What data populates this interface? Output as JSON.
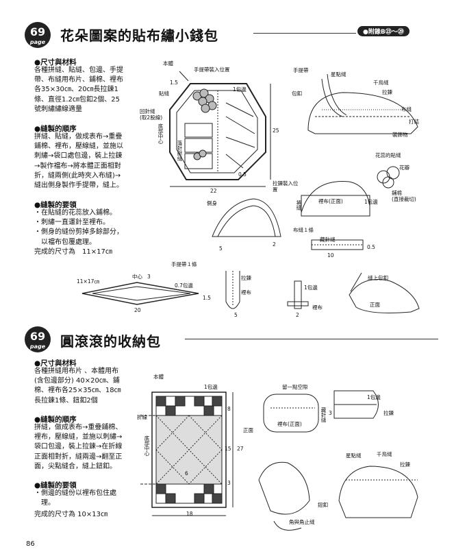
{
  "section1": {
    "badge_num": "69",
    "badge_page": "page",
    "title": "花朵圖案的貼布繡小錢包",
    "appendix": "●附錄B㉓〜㉙",
    "materials_head": "●尺寸與材料",
    "materials_lines": [
      "各種拼縫、貼縫、包邊、手提",
      "帶、布縫用布片、鋪棉、裡布",
      "各35×30㎝、20㎝長拉鍊1",
      "條、直徑1.2㎝包釦2個、25",
      "號刺繡繡線適量"
    ],
    "steps_head": "●縫製的順序",
    "steps_lines": [
      "拼縫、貼縫，做成表布→重疊",
      "鋪棉、裡布，壓線縫，並施以",
      "刺繡→袋口處包邊，裝上拉鍊",
      "→製作襠布→將本體正面相對",
      "折，縫兩側(此時夾入布縫)→",
      "縫出側身製作手提帶，縫上。"
    ],
    "tips_head": "●縫製的要領",
    "tips_lines": [
      "・在貼縫的花蕊放入鋪棉。",
      "・刺繡一直運針至裡布。",
      "・側身的縫份剪掉多餘部分，",
      "　以襠布包覆處理。"
    ],
    "size_line": "完成的尺寸為　11×17㎝",
    "diagram_labels": {
      "body": "本體",
      "handle_pos": "手提帶裝入位置",
      "d15": "1.5",
      "d1_edge": "1包邊",
      "d25": "25",
      "appliques": "貼縫",
      "backstitch": "回針縫\n(取2股線)",
      "bottom_center": "底部中心",
      "fall_stitch": "落針壓縫",
      "d05": "0.5",
      "d22": "22",
      "handle": "手提帶",
      "star": "星點縫",
      "chain": "千鳥縫",
      "zipper": "拉鍊",
      "wrap_button": "包釦",
      "tape": "布縫",
      "knot": "打結",
      "decoration": "裝飾物",
      "flower_stitch": "花蕊的貼縫",
      "petal": "花瓣",
      "batting_cut": "鋪棉\n(直接裁切)",
      "zip_pos": "拉鍊裝入位置",
      "gusset": "側身",
      "lining_face": "裡布(正面)",
      "d1_edge2": "1包邊",
      "wrap": "捲縫",
      "tape_one": "布縫１條",
      "blind": "藏針縫",
      "d05b": "0.5",
      "d10": "10",
      "d5": "5",
      "d2": "2",
      "handle_one": "手提帶１條",
      "size_11x17": "11×17㎝",
      "center": "中心",
      "d3": "3",
      "d07": "0.7包邊",
      "d15b": "1.5",
      "d20": "20",
      "zipper2": "拉鍊",
      "lining": "裡布",
      "d1b": "1包邊",
      "lining2": "裡布",
      "d5b": "5",
      "d2b": "2",
      "attach_button": "縫上包釦",
      "face": "正面"
    }
  },
  "section2": {
    "badge_num": "69",
    "badge_page": "page",
    "title": "圓滾滾的收納包",
    "materials_head": "●尺寸與材料",
    "materials_lines": [
      "各種拼縫用布片 、本體用布",
      "(含包邊部分) 40×20㎝、鋪",
      "棉、裡布各25×35㎝、18㎝",
      "長拉鍊1條、鈕釦2個"
    ],
    "steps_head": "●縫製的順序",
    "steps_lines": [
      "拼縫，做成表布→重疊鋪棉、",
      "裡布，壓線縫，並施以刺繡→",
      "袋口包邊，裝上拉鍊→在折線",
      "正面相對折，縫兩邊→翻至正",
      "面，尖點縫合，縫上鈕釦。"
    ],
    "tips_head": "●縫製的要領",
    "tips_lines": [
      "・側邊的縫份以裡布包住處",
      "　理。"
    ],
    "size_line": "完成的尺寸為 10×13㎝",
    "diagram_labels": {
      "body": "本體",
      "d1_edge": "1包邊",
      "fold": "折線",
      "bottom_center": "底部中心",
      "d8": "8",
      "d15": "15",
      "d27": "27",
      "d6": "6",
      "d3": "3",
      "d18": "18",
      "leave_gap": "留一點空隙",
      "face": "正面",
      "lining_face": "裡布(正面)",
      "blind": "藏針縫",
      "d1_edge2": "1包邊",
      "zipper": "拉鍊",
      "d3b": "3",
      "star": "星點縫",
      "chain": "千鳥縫",
      "zipper2": "拉鍊",
      "button": "鈕釦",
      "corner": "角與角止縫"
    }
  },
  "page_number": "86"
}
